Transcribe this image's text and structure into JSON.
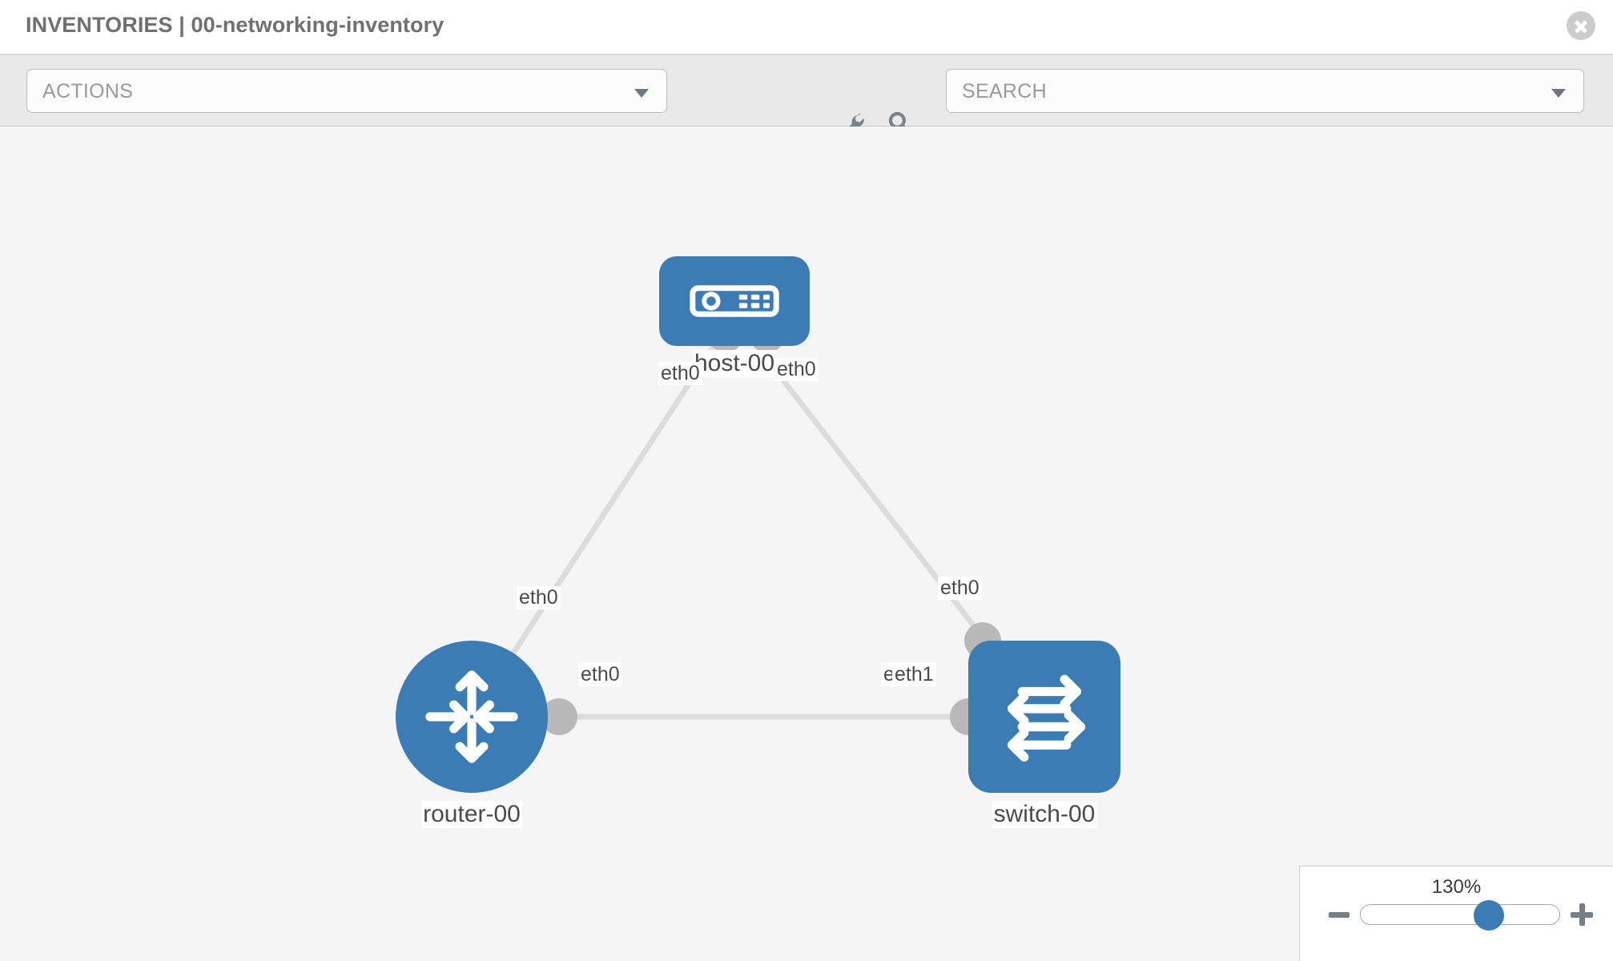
{
  "header": {
    "title": "INVENTORIES | 00-networking-inventory",
    "close_icon": "close-circle-icon"
  },
  "toolbar": {
    "actions_label": "ACTIONS",
    "actions_caret_icon": "chevron-down-icon",
    "wrench_icon": "wrench-icon",
    "key_icon": "key-icon",
    "search_placeholder": "SEARCH",
    "search_caret_icon": "chevron-down-icon"
  },
  "topology": {
    "nodes": [
      {
        "id": "host-00",
        "label": "host-00",
        "type": "host",
        "icon": "server-icon",
        "shape": "rounded-rect",
        "color": "#3b7cb5"
      },
      {
        "id": "router-00",
        "label": "router-00",
        "type": "router",
        "icon": "router-arrows-icon",
        "shape": "circle",
        "color": "#3b7cb5"
      },
      {
        "id": "switch-00",
        "label": "switch-00",
        "type": "switch",
        "icon": "switch-arrows-icon",
        "shape": "rounded-square",
        "color": "#3b7cb5"
      }
    ],
    "edges": [
      {
        "from": "router-00",
        "to": "host-00",
        "from_interface": "eth0",
        "to_interface": "eth0"
      },
      {
        "from": "host-00",
        "to": "switch-00",
        "from_interface": "eth0",
        "to_interface": "eth0"
      },
      {
        "from": "router-00",
        "to": "switch-00",
        "from_interface": "eth0",
        "to_interface_overlap": "eth0",
        "to_interface": "eth1"
      }
    ],
    "interface_labels": {
      "host_left": "eth0",
      "host_right": "eth0",
      "router_up": "eth0",
      "switch_up": "eth0",
      "router_right": "eth0",
      "switch_left_under": "eth0",
      "switch_left": "eth1"
    },
    "edge_color": "#dcdcdc",
    "connector_color": "#b9b9b9"
  },
  "zoom": {
    "value": "130%",
    "percent": 130,
    "minus_icon": "minus-icon",
    "plus_icon": "plus-icon",
    "slider_position_pct": 62
  }
}
